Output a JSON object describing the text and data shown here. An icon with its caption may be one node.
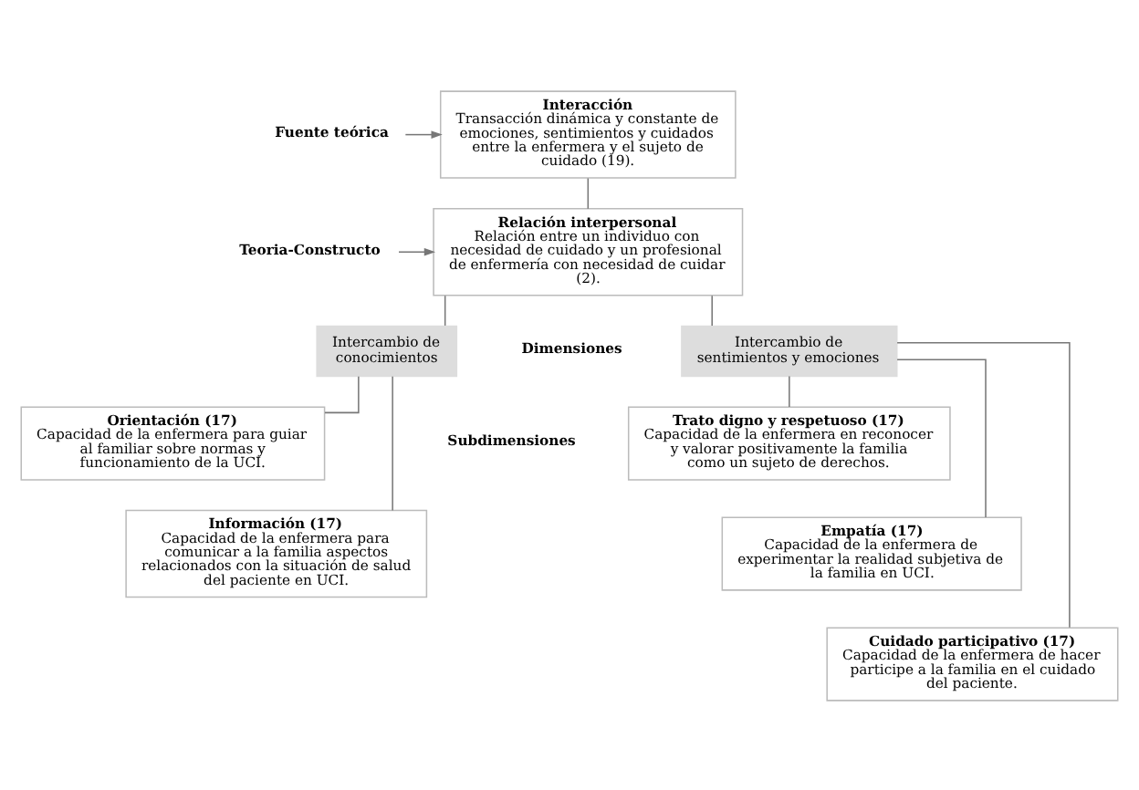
{
  "diagram": {
    "nodes": [
      {
        "text": [
          "Fuente teórica"
        ]
      },
      {
        "text": [
          "Interacción",
          "Transacción dinámica y constante de emociones, sentimientos y cuidados entre la enfermera y el sujeto de cuidado (19)."
        ]
      },
      {
        "text": [
          "Teoria-Constructo"
        ]
      },
      {
        "text": [
          "Relación interpersonal",
          "Relación entre un individuo con necesidad de cuidado y un profesional de enfermería con necesidad de cuidar (2)."
        ]
      },
      {
        "text": [
          "Intercambio de conocimientos"
        ]
      },
      {
        "text": [
          "Orientación (17)",
          "Capacidad de la enfermera para guiar al familiar sobre normas y funcionamiento de la UCI."
        ]
      },
      {
        "text": [
          "Información (17)",
          "Capacidad de la enfermera para comunicar a la familia aspectos relacionados con la situación de salud del paciente en UCI."
        ]
      },
      {
        "text": [
          "Intercambio de sentimientos y emociones"
        ]
      },
      {
        "text": [
          "Trato digno y respetuoso (17)",
          "Capacidad de la enfermera en reconocer y valorar positivamente la familia como un sujeto de derechos."
        ]
      },
      {
        "text": [
          "Empatía (17)",
          "Capacidad de la enfermera de experimentar la realidad subjetiva de la familia en UCI."
        ]
      },
      {
        "text": [
          "Cuidado participativo (17)",
          "Capacidad de la enfermera de hacer participe a la familia en el cuidado del paciente."
        ]
      }
    ],
    "edges": [
      {
        "from": 0,
        "to": 1,
        "arrow": "to"
      },
      {
        "from": 2,
        "to": 3,
        "arrow": "to"
      },
      {
        "from": 1,
        "to": 3,
        "arrow": "none"
      },
      {
        "from": 3,
        "to": 4,
        "arrow": "none"
      },
      {
        "from": 3,
        "to": 7,
        "arrow": "none"
      },
      {
        "from": 4,
        "to": 5,
        "arrow": "none"
      },
      {
        "from": 4,
        "to": 6,
        "arrow": "none"
      },
      {
        "from": 7,
        "to": 8,
        "arrow": "none"
      },
      {
        "from": 7,
        "to": 9,
        "arrow": "none"
      },
      {
        "from": 7,
        "to": 10,
        "arrow": "none"
      }
    ],
    "labels": [
      "Dimensiones",
      "Subdimensiones"
    ]
  }
}
